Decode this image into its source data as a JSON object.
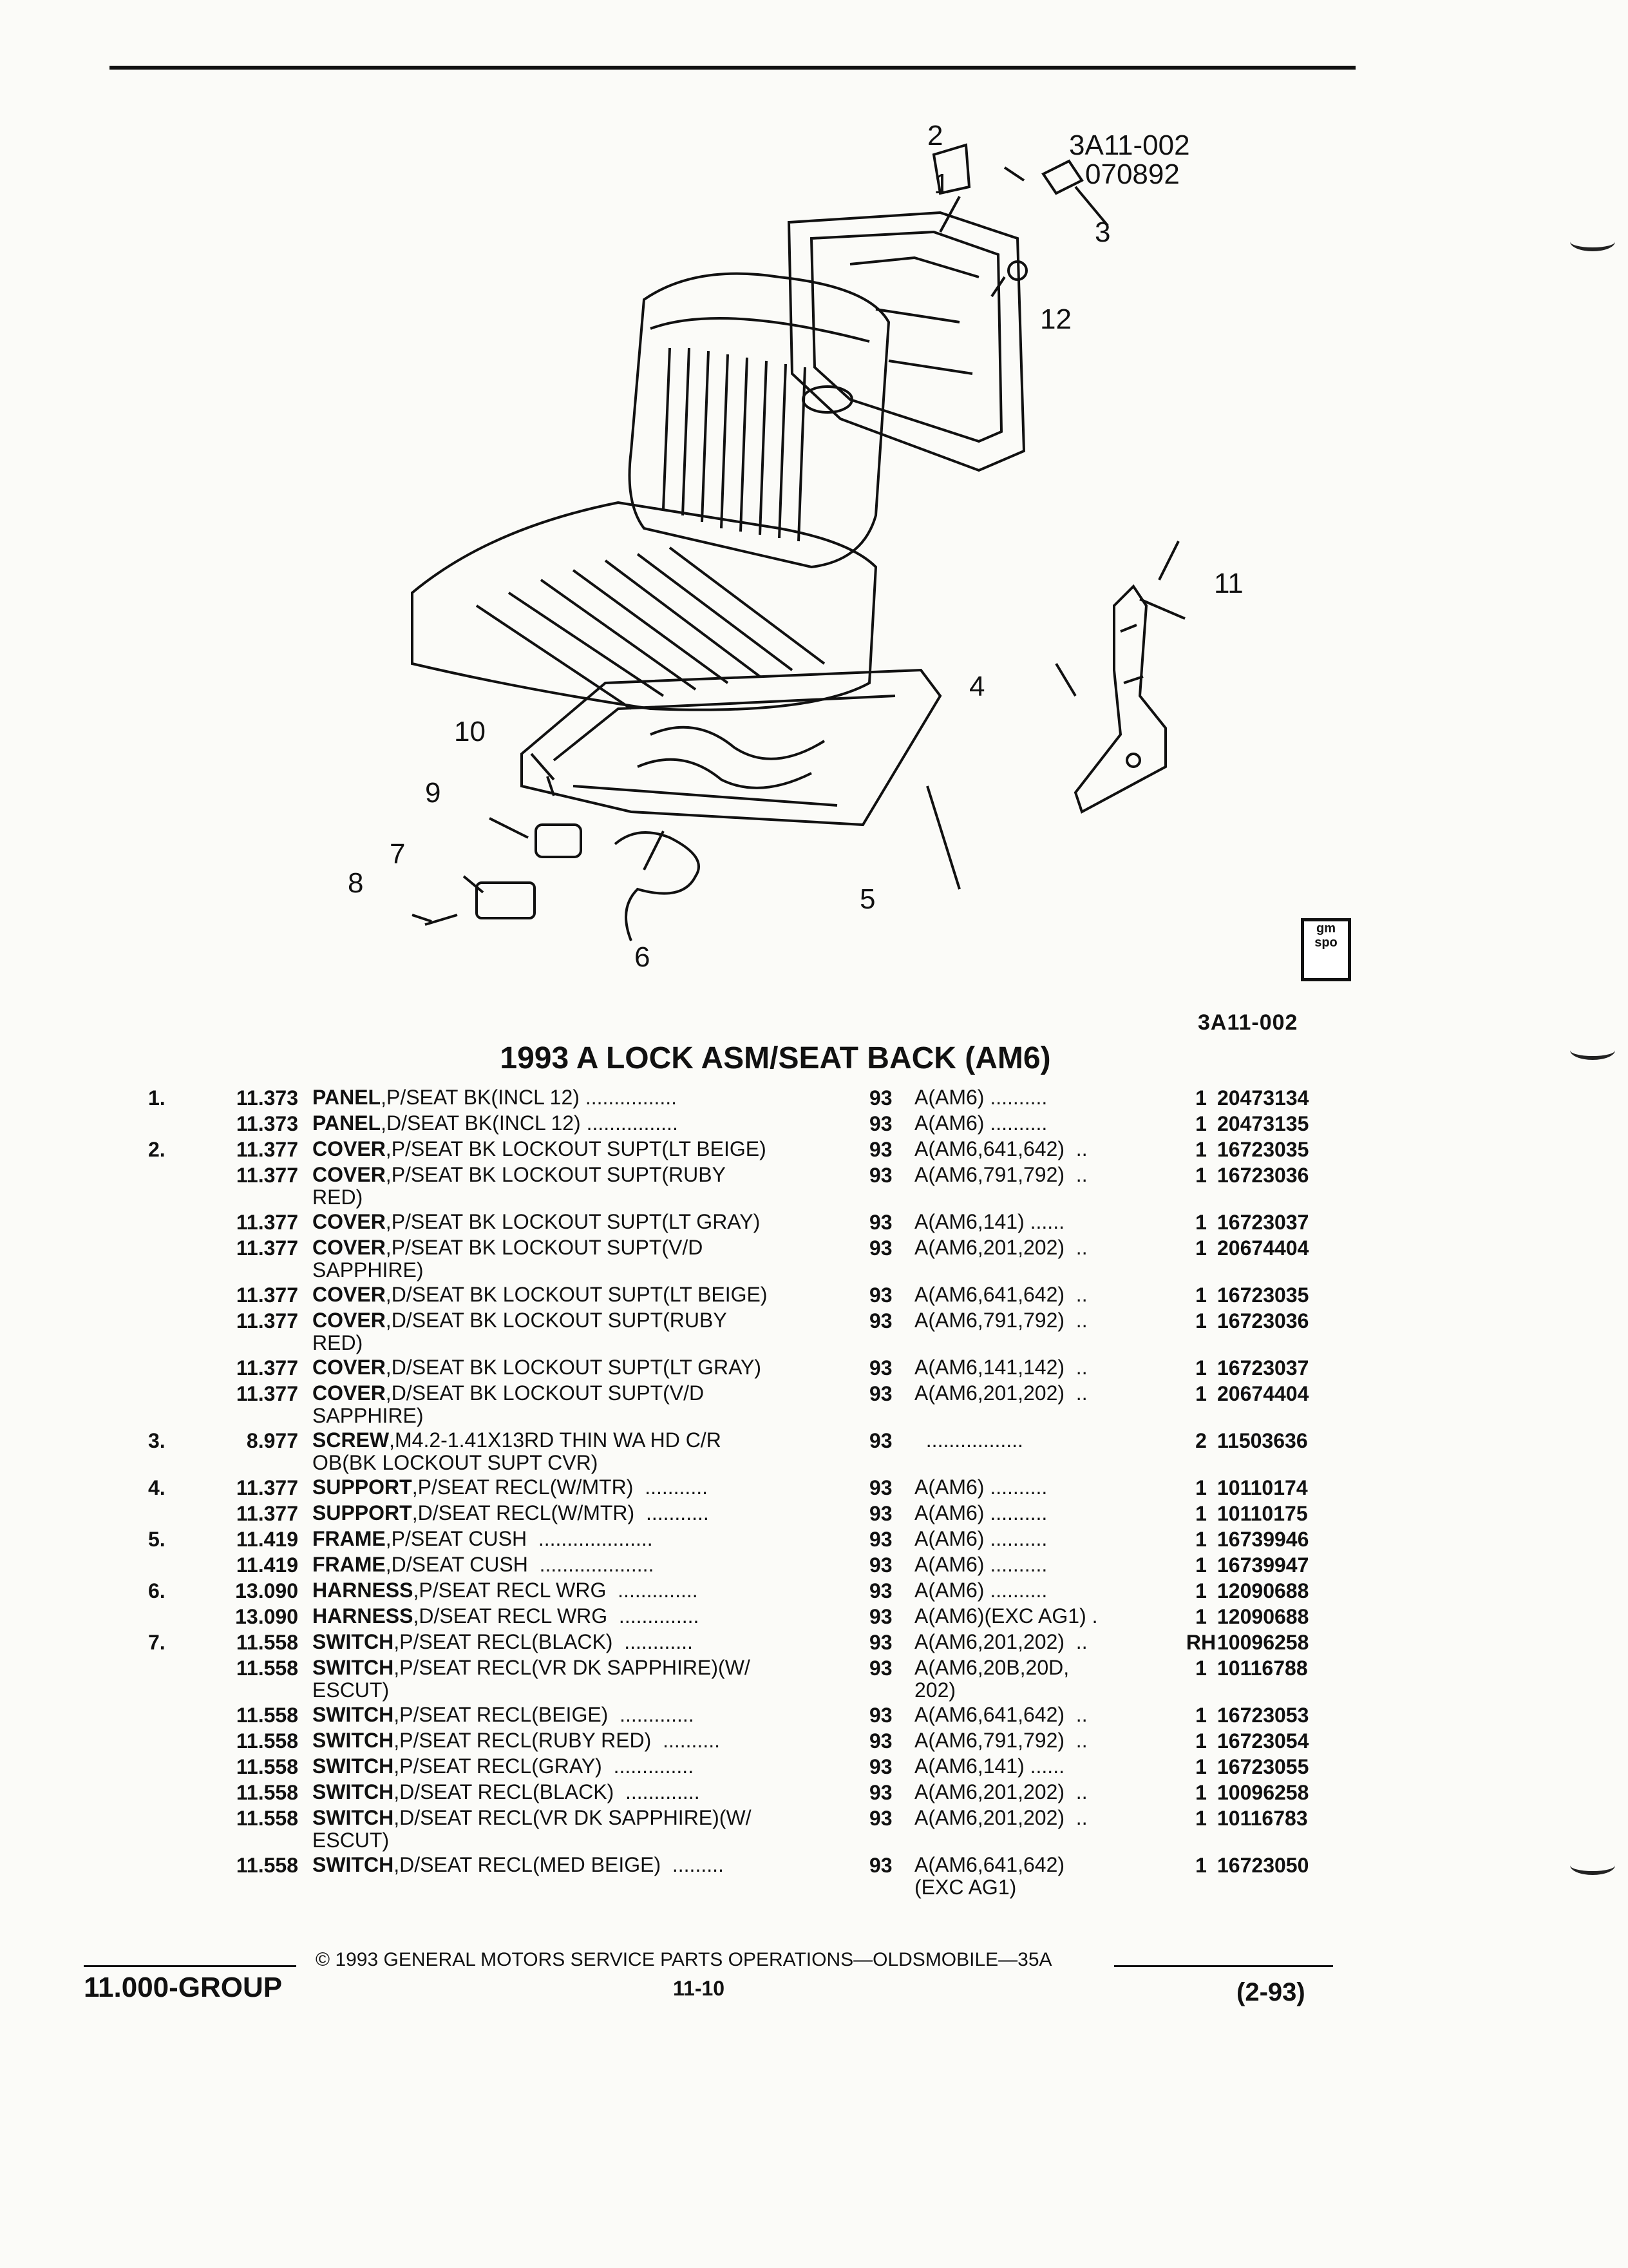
{
  "diagram": {
    "ref_code": "3A11-002",
    "ref_date": "070892",
    "callouts": [
      "1",
      "2",
      "3",
      "4",
      "5",
      "6",
      "7",
      "8",
      "9",
      "10",
      "11",
      "12"
    ]
  },
  "logo": {
    "line1": "gm",
    "line2": "spo"
  },
  "figure_code": "3A11-002",
  "section_title": "1993 A LOCK ASM/SEAT BACK (AM6)",
  "parts": [
    {
      "num": "1.",
      "group": "11.373",
      "name": "PANEL",
      "desc": ",P/SEAT BK(INCL 12) ................",
      "year": "93",
      "app": "A(AM6) ..........",
      "qty": "1",
      "pn": "20473134"
    },
    {
      "num": "",
      "group": "11.373",
      "name": "PANEL",
      "desc": ",D/SEAT BK(INCL 12) ................",
      "year": "93",
      "app": "A(AM6) ..........",
      "qty": "1",
      "pn": "20473135"
    },
    {
      "num": "2.",
      "group": "11.377",
      "name": "COVER",
      "desc": ",P/SEAT BK LOCKOUT SUPT(LT BEIGE)",
      "year": "93",
      "app": "A(AM6,641,642)  ..",
      "qty": "1",
      "pn": "16723035"
    },
    {
      "num": "",
      "group": "11.377",
      "name": "COVER",
      "desc": ",P/SEAT BK LOCKOUT SUPT(RUBY\nRED)",
      "year": "93",
      "app": "A(AM6,791,792)  ..",
      "qty": "1",
      "pn": "16723036"
    },
    {
      "num": "",
      "group": "11.377",
      "name": "COVER",
      "desc": ",P/SEAT BK LOCKOUT SUPT(LT GRAY)",
      "year": "93",
      "app": "A(AM6,141) ......",
      "qty": "1",
      "pn": "16723037"
    },
    {
      "num": "",
      "group": "11.377",
      "name": "COVER",
      "desc": ",P/SEAT BK LOCKOUT SUPT(V/D\nSAPPHIRE)",
      "year": "93",
      "app": "A(AM6,201,202)  ..",
      "qty": "1",
      "pn": "20674404"
    },
    {
      "num": "",
      "group": "11.377",
      "name": "COVER",
      "desc": ",D/SEAT BK LOCKOUT SUPT(LT BEIGE)",
      "year": "93",
      "app": "A(AM6,641,642)  ..",
      "qty": "1",
      "pn": "16723035"
    },
    {
      "num": "",
      "group": "11.377",
      "name": "COVER",
      "desc": ",D/SEAT BK LOCKOUT SUPT(RUBY\nRED)",
      "year": "93",
      "app": "A(AM6,791,792)  ..",
      "qty": "1",
      "pn": "16723036"
    },
    {
      "num": "",
      "group": "11.377",
      "name": "COVER",
      "desc": ",D/SEAT BK LOCKOUT SUPT(LT GRAY)",
      "year": "93",
      "app": "A(AM6,141,142)  ..",
      "qty": "1",
      "pn": "16723037"
    },
    {
      "num": "",
      "group": "11.377",
      "name": "COVER",
      "desc": ",D/SEAT BK LOCKOUT SUPT(V/D\nSAPPHIRE)",
      "year": "93",
      "app": "A(AM6,201,202)  ..",
      "qty": "1",
      "pn": "20674404"
    },
    {
      "num": "3.",
      "group": "8.977",
      "name": "SCREW",
      "desc": ",M4.2-1.41X13RD THIN WA HD C/R\nOB(BK LOCKOUT SUPT CVR)",
      "year": "93",
      "app": "  .................",
      "qty": "2",
      "pn": "11503636"
    },
    {
      "num": "4.",
      "group": "11.377",
      "name": "SUPPORT",
      "desc": ",P/SEAT RECL(W/MTR)  ...........",
      "year": "93",
      "app": "A(AM6) ..........",
      "qty": "1",
      "pn": "10110174"
    },
    {
      "num": "",
      "group": "11.377",
      "name": "SUPPORT",
      "desc": ",D/SEAT RECL(W/MTR)  ...........",
      "year": "93",
      "app": "A(AM6) ..........",
      "qty": "1",
      "pn": "10110175"
    },
    {
      "num": "5.",
      "group": "11.419",
      "name": "FRAME",
      "desc": ",P/SEAT CUSH  ....................",
      "year": "93",
      "app": "A(AM6) ..........",
      "qty": "1",
      "pn": "16739946"
    },
    {
      "num": "",
      "group": "11.419",
      "name": "FRAME",
      "desc": ",D/SEAT CUSH  ....................",
      "year": "93",
      "app": "A(AM6) ..........",
      "qty": "1",
      "pn": "16739947"
    },
    {
      "num": "6.",
      "group": "13.090",
      "name": "HARNESS",
      "desc": ",P/SEAT RECL WRG  ..............",
      "year": "93",
      "app": "A(AM6) ..........",
      "qty": "1",
      "pn": "12090688"
    },
    {
      "num": "",
      "group": "13.090",
      "name": "HARNESS",
      "desc": ",D/SEAT RECL WRG  ..............",
      "year": "93",
      "app": "A(AM6)(EXC AG1) .",
      "qty": "1",
      "pn": "12090688"
    },
    {
      "num": "7.",
      "group": "11.558",
      "name": "SWITCH",
      "desc": ",P/SEAT RECL(BLACK)  ............",
      "year": "93",
      "app": "A(AM6,201,202)  ..",
      "qty": "RH",
      "pn": "10096258"
    },
    {
      "num": "",
      "group": "11.558",
      "name": "SWITCH",
      "desc": ",P/SEAT RECL(VR DK SAPPHIRE)(W/\nESCUT)",
      "year": "93",
      "app": "A(AM6,20B,20D,\n202)",
      "qty": "1",
      "pn": "10116788"
    },
    {
      "num": "",
      "group": "11.558",
      "name": "SWITCH",
      "desc": ",P/SEAT RECL(BEIGE)  .............",
      "year": "93",
      "app": "A(AM6,641,642)  ..",
      "qty": "1",
      "pn": "16723053"
    },
    {
      "num": "",
      "group": "11.558",
      "name": "SWITCH",
      "desc": ",P/SEAT RECL(RUBY RED)  ..........",
      "year": "93",
      "app": "A(AM6,791,792)  ..",
      "qty": "1",
      "pn": "16723054"
    },
    {
      "num": "",
      "group": "11.558",
      "name": "SWITCH",
      "desc": ",P/SEAT RECL(GRAY)  ..............",
      "year": "93",
      "app": "A(AM6,141) ......",
      "qty": "1",
      "pn": "16723055"
    },
    {
      "num": "",
      "group": "11.558",
      "name": "SWITCH",
      "desc": ",D/SEAT RECL(BLACK)  .............",
      "year": "93",
      "app": "A(AM6,201,202)  ..",
      "qty": "1",
      "pn": "10096258"
    },
    {
      "num": "",
      "group": "11.558",
      "name": "SWITCH",
      "desc": ",D/SEAT RECL(VR DK SAPPHIRE)(W/\nESCUT)",
      "year": "93",
      "app": "A(AM6,201,202)  ..",
      "qty": "1",
      "pn": "10116783"
    },
    {
      "num": "",
      "group": "11.558",
      "name": "SWITCH",
      "desc": ",D/SEAT RECL(MED BEIGE)  .........",
      "year": "93",
      "app": "A(AM6,641,642)\n(EXC AG1)",
      "qty": "1",
      "pn": "16723050"
    }
  ],
  "footer": {
    "copyright": "© 1993  GENERAL MOTORS SERVICE PARTS OPERATIONS—OLDSMOBILE—35A",
    "group": "11.000-GROUP",
    "page": "11-10",
    "date": "(2-93)"
  }
}
